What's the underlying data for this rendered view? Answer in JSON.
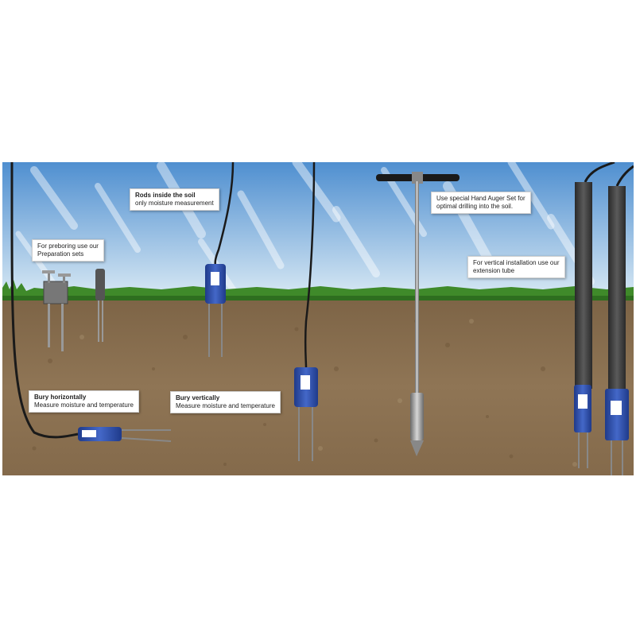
{
  "callouts": {
    "rods_inside": {
      "title": "Rods inside the soil",
      "text": "only moisture measurement"
    },
    "preboring": {
      "line1": "For preboring use our",
      "line2": "Preparation sets"
    },
    "hand_auger": {
      "line1": "Use special Hand Auger Set for",
      "line2": "optimal drilling into the soil."
    },
    "vertical_install": {
      "line1": "For vertical installation use our",
      "line2": "extension tube"
    },
    "bury_horizontal": {
      "title": "Bury horizontally",
      "text": "Measure moisture and temperature"
    },
    "bury_vertical": {
      "title": "Bury vertically",
      "text": "Measure moisture and temperature"
    }
  },
  "colors": {
    "sky_top": "#4f8fd0",
    "sky_bottom": "#d4e6f3",
    "grass": "#3f8a2a",
    "soil": "#8a6f4f",
    "sensor": "#2f4fa8",
    "label": "#ffffff"
  }
}
